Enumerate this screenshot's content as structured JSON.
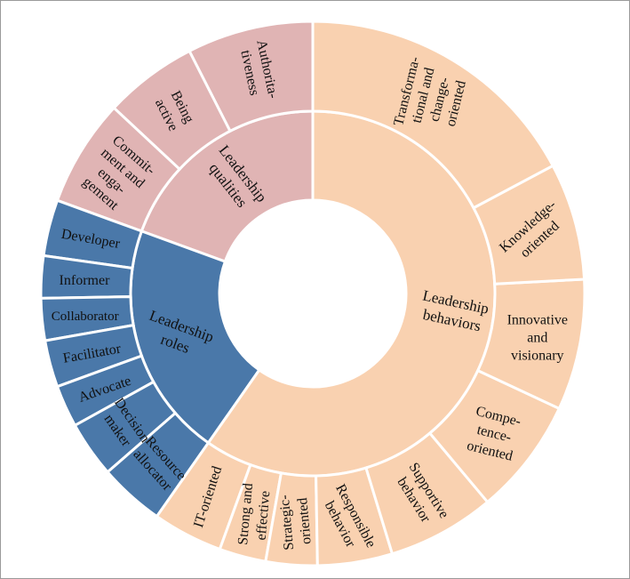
{
  "colors": {
    "Leadership behaviors": "#f9d1b0",
    "Leadership qualities": "#e0b4b4",
    "Leadership roles": "#4a78a9",
    "text": "#111111",
    "separator": "#ffffff"
  },
  "chart_data": {
    "type": "sunburst",
    "categories": [
      {
        "name": "Leadership qualities",
        "children": [
          "Authorita-tiveness",
          "Being active",
          "Commit-ment and enga-gement"
        ]
      },
      {
        "name": "Leadership roles",
        "children": [
          "Developer",
          "Informer",
          "Collaborator",
          "Facilitator",
          "Advocate",
          "Decision maker",
          "Resource allocator"
        ]
      },
      {
        "name": "Leadership behaviors",
        "children": [
          "IT-oriented",
          "Strong and effective",
          "Strategic-oriented",
          "Responsible behavior",
          "Supportive behavior",
          "Compe-tence-oriented",
          "Innovative and visionary",
          "Knowledge-oriented",
          "Transforma-tional and change-oriented"
        ]
      }
    ]
  }
}
